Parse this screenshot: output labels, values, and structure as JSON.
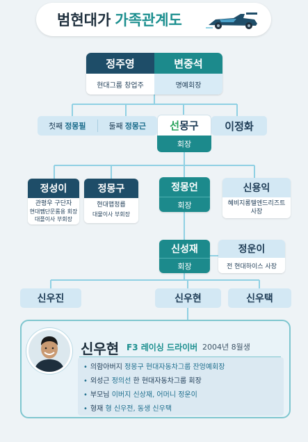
{
  "title": {
    "part1": "범현대가",
    "part2": "가족관계도"
  },
  "founder": {
    "name": "정주영",
    "spouse": "변중석",
    "name_desc": "현대그룹 창업주",
    "spouse_desc": "명예회장"
  },
  "gen2": {
    "sibling1_label": "첫째",
    "sibling1_name": "정몽필",
    "sibling2_label": "둘째",
    "sibling2_name": "정몽근",
    "main_name_first": "선",
    "main_name_rest": "몽구",
    "main_title": "회장",
    "spouse": "이정화"
  },
  "gen3": {
    "c1_name": "정성이",
    "c1_line1": "관평우 구단자",
    "c1_line2": "현대쨈단문롬용 회장",
    "c1_line3": "대플이사 부회장",
    "c2_name": "정몽구",
    "c2_line1": "현대맵정릅",
    "c2_line2": "대물이사 부회장",
    "c3_name": "정몽언",
    "c3_title": "회장",
    "c4_name": "신용익",
    "c4_line1": "혜비지롱텔엔드리즈트",
    "c4_line2": "사장"
  },
  "gen4": {
    "main_name": "신성재",
    "main_title": "회장",
    "spouse_name": "정운이",
    "spouse_desc": "전 현대하이스 사장"
  },
  "gen5": {
    "kid1": "신우진",
    "kid2": "신우현",
    "kid3": "신우택"
  },
  "profile": {
    "name": "신우현",
    "role": "F3 레이싱 드라이버",
    "birth": "2004년 8월생",
    "facts": [
      {
        "pre": "의함아버지 ",
        "hl": "정몽구 현대자동차그룹 잔엉예회장",
        "post": ""
      },
      {
        "pre": "외성근 ",
        "hl": "정의선",
        "post": " 한 현대자동차그룹 회장"
      },
      {
        "pre": "부모님 ",
        "hl": "이버지 신상재, 어머니 정운이",
        "post": ""
      },
      {
        "pre": "형재 ",
        "hl": "형 신우전, 동생 신우택",
        "post": ""
      }
    ]
  },
  "colors": {
    "navy": "#1e4d68",
    "teal": "#1c8a8c",
    "light_blue": "#d3e8f4",
    "accent_green": "#28a35b",
    "line": "#8fd0e3"
  }
}
